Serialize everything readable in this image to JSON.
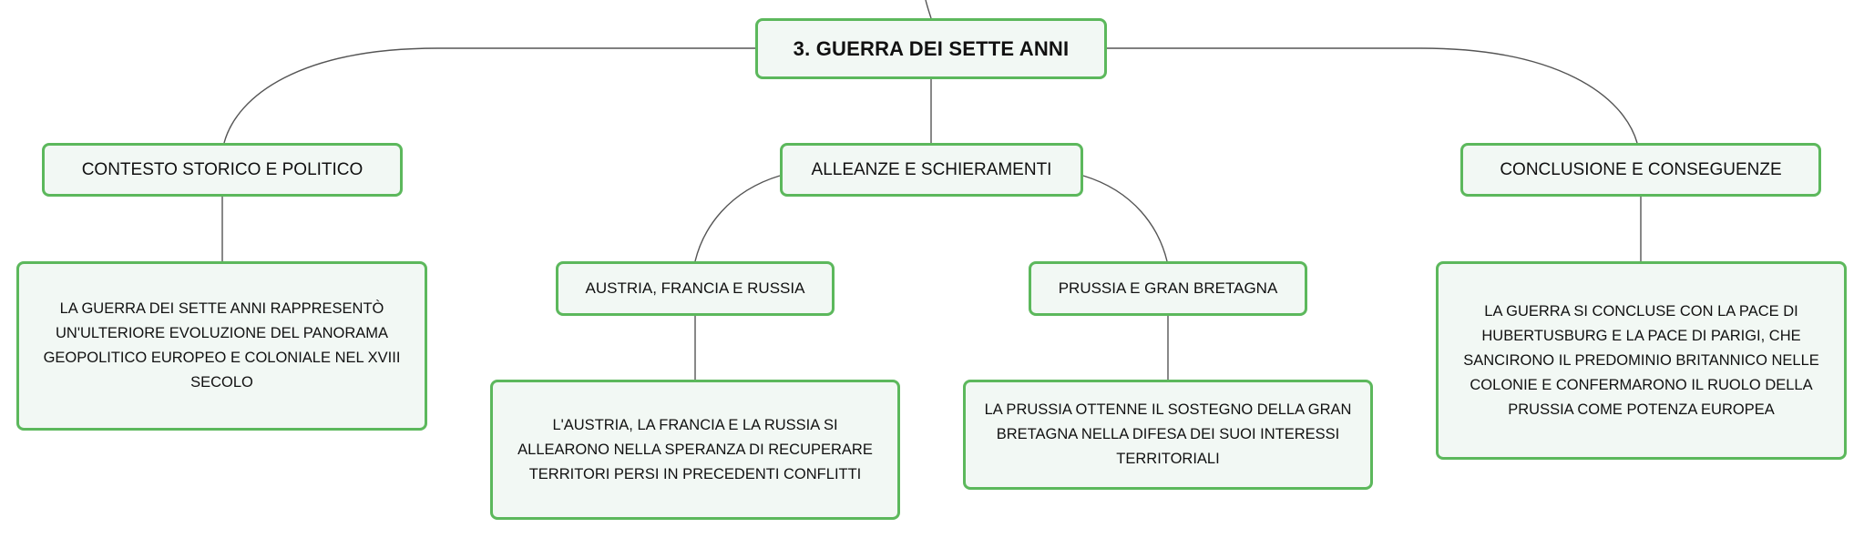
{
  "root": {
    "label": "3. GUERRA DEI SETTE ANNI"
  },
  "branches": [
    {
      "label": "CONTESTO STORICO E POLITICO",
      "details": [
        "LA GUERRA DEI SETTE ANNI RAPPRESENTÒ UN'ULTERIORE EVOLUZIONE DEL PANORAMA GEOPOLITICO EUROPEO E COLONIALE NEL XVIII SECOLO"
      ]
    },
    {
      "label": "ALLEANZE E SCHIERAMENTI",
      "children": [
        {
          "label": "AUSTRIA, FRANCIA E RUSSIA",
          "detail": "L'AUSTRIA, LA FRANCIA E LA RUSSIA SI ALLEARONO NELLA SPERANZA DI RECUPERARE TERRITORI PERSI IN PRECEDENTI CONFLITTI"
        },
        {
          "label": "PRUSSIA E GRAN BRETAGNA",
          "detail": "LA PRUSSIA OTTENNE IL SOSTEGNO DELLA GRAN BRETAGNA NELLA DIFESA DEI SUOI INTERESSI TERRITORIALI"
        }
      ]
    },
    {
      "label": "CONCLUSIONE E CONSEGUENZE",
      "details": [
        "LA GUERRA SI CONCLUSE CON LA PACE DI HUBERTUSBURG E LA PACE DI PARIGI, CHE SANCIRONO IL PREDOMINIO BRITANNICO NELLE COLONIE E CONFERMARONO IL RUOLO DELLA PRUSSIA COME POTENZA EUROPEA"
      ]
    }
  ],
  "colors": {
    "node_border": "#5cb85c",
    "node_fill": "#f2f8f4",
    "connector": "#555555"
  }
}
